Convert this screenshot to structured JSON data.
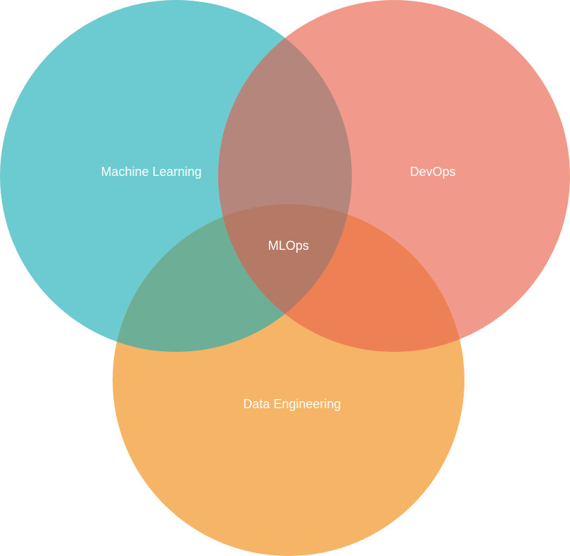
{
  "diagram": {
    "type": "venn",
    "sets": [
      {
        "id": "ml",
        "label": "Machine Learning",
        "color": "#6ccbd0"
      },
      {
        "id": "devops",
        "label": "DevOps",
        "color": "#f19a8b"
      },
      {
        "id": "de",
        "label": "Data Engineering",
        "color": "#f5b466"
      }
    ],
    "intersections": [
      {
        "sets": [
          "ml",
          "devops"
        ],
        "color": "#b5877c"
      },
      {
        "sets": [
          "ml",
          "de"
        ],
        "color": "#6dae96"
      },
      {
        "sets": [
          "devops",
          "de"
        ],
        "color": "#ed8055"
      },
      {
        "sets": [
          "ml",
          "devops",
          "de"
        ],
        "label": "MLOps",
        "color": "#b57a65"
      }
    ]
  }
}
